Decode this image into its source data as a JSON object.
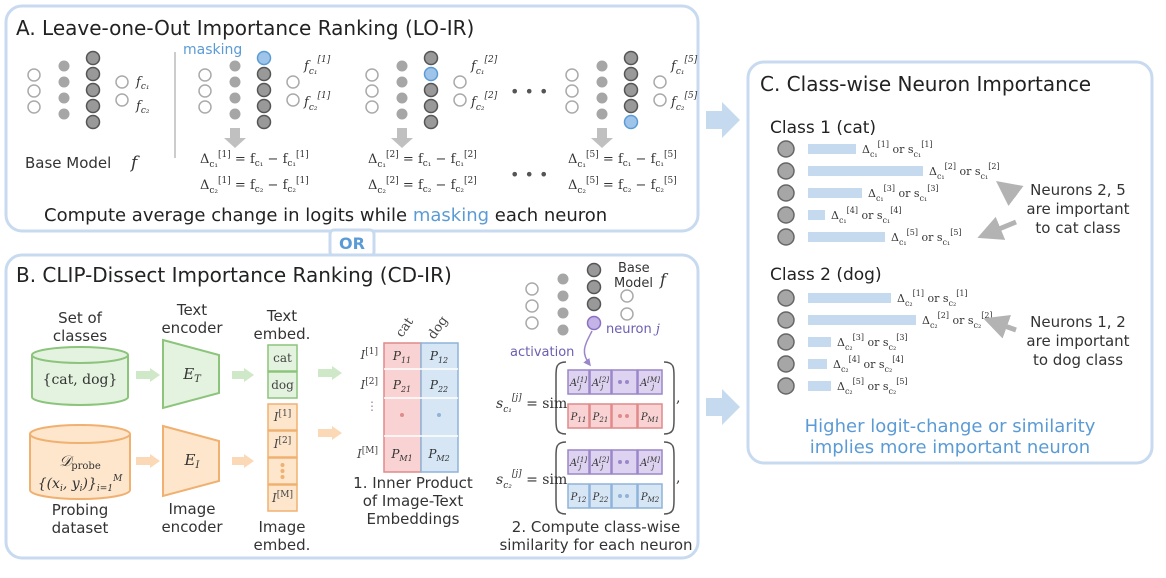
{
  "panel_a": {
    "title": "A. Leave-one-Out Importance Ranking (LO-IR)",
    "masking_label": "masking",
    "base_model_label": "Base Model",
    "base_model_symbol": "f",
    "logit_1": "f_c1",
    "logit_2": "f_c2",
    "masked_logits": [
      "f_c1^[1]",
      "f_c2^[1]",
      "f_c1^[2]",
      "f_c2^[2]",
      "f_c1^[5]",
      "f_c2^[5]"
    ],
    "equations": [
      "Δ_c1^[1] = f_c1 − f_c1^[1]",
      "Δ_c2^[1] = f_c2 − f_c2^[1]",
      "Δ_c1^[2] = f_c1 − f_c1^[2]",
      "Δ_c2^[2] = f_c2 − f_c2^[2]",
      "Δ_c1^[5] = f_c1 − f_c1^[5]",
      "Δ_c2^[5] = f_c2 − f_c2^[5]"
    ],
    "ellipsis": "• • •",
    "caption_pre": "Compute average change in logits while ",
    "caption_highlight": "masking",
    "caption_post": " each neuron"
  },
  "or_label": "OR",
  "panel_b": {
    "title": "B. CLIP-Dissect Importance Ranking (CD-IR)",
    "set_of_classes": [
      "Set of",
      "classes"
    ],
    "classes_set": "{cat, dog}",
    "probe_set_line1": "D_probe",
    "probe_set_line2": "{(x_i, y_i)}_{i=1}^M",
    "probing_dataset": [
      "Probing",
      "dataset"
    ],
    "text_encoder": [
      "Text",
      "encoder"
    ],
    "text_encoder_symbol": "E_T",
    "image_encoder": [
      "Image",
      "encoder"
    ],
    "image_encoder_symbol": "E_I",
    "text_embed": [
      "Text",
      "embed."
    ],
    "text_embed_items": [
      "cat",
      "dog"
    ],
    "image_embed": [
      "Image",
      "embed."
    ],
    "image_embed_items": [
      "I^[1]",
      "I^[2]",
      "I^[M]"
    ],
    "matrix_columns": [
      "cat",
      "dog"
    ],
    "matrix_rows": [
      "I^[1]",
      "I^[2]",
      "I^[M]"
    ],
    "matrix_cells": [
      [
        "P11",
        "P12"
      ],
      [
        "P21",
        "P22"
      ],
      [
        "PM1",
        "PM2"
      ]
    ],
    "step1": [
      "1. Inner Product",
      "of Image-Text",
      "Embeddings"
    ],
    "base_model_label": [
      "Base",
      "Model"
    ],
    "base_model_symbol": "f",
    "neuron_label": "neuron",
    "neuron_symbol": "j",
    "activation_label": "activation",
    "sim_label": "sim",
    "s_c1": "s_c1^[j]",
    "s_c2": "s_c2^[j]",
    "act_cells": [
      "A_j^[1]",
      "A_j^[2]",
      "A_j^[M]"
    ],
    "p_cat_cells": [
      "P11",
      "P21",
      "PM1"
    ],
    "p_dog_cells": [
      "P12",
      "P22",
      "PM2"
    ],
    "step2": [
      "2. Compute class-wise",
      "similarity for each neuron"
    ]
  },
  "panel_c": {
    "title": "C. Class-wise Neuron Importance",
    "class1": "Class 1 (cat)",
    "class2": "Class 2 (dog)",
    "class1_scores": [
      0.25,
      0.6,
      0.28,
      0.09,
      0.4
    ],
    "class2_scores": [
      0.43,
      0.56,
      0.12,
      0.1,
      0.12
    ],
    "class1_labels": [
      "Δ_c1^[1] or s_c1^[1]",
      "Δ_c1^[2] or s_c1^[2]",
      "Δ_c1^[3] or s_c1^[3]",
      "Δ_c1^[4] or s_c1^[4]",
      "Δ_c1^[5] or s_c1^[5]"
    ],
    "class2_labels": [
      "Δ_c2^[1] or s_c2^[1]",
      "Δ_c2^[2] or s_c2^[2]",
      "Δ_c2^[3] or s_c2^[3]",
      "Δ_c2^[4] or s_c2^[4]",
      "Δ_c2^[5] or s_c2^[5]"
    ],
    "note1": [
      "Neurons 2, 5",
      "are important",
      "to cat class"
    ],
    "note2": [
      "Neurons 1, 2",
      "are important",
      "to dog class"
    ],
    "footer": [
      "Higher logit-change or similarity",
      "implies more important neuron"
    ]
  },
  "colors": {
    "panel_border": "#c8daf0",
    "accent_blue": "#5b9bd5",
    "bar_blue": "#c5d9ef",
    "green_fill": "#e4f3e0",
    "green_stroke": "#8cc47c",
    "orange_fill": "#fde6cc",
    "orange_stroke": "#f0b070",
    "red_fill": "#f9d3d3",
    "red_stroke": "#e08a8a",
    "purple_fill": "#ddd3f0",
    "purple_stroke": "#9b86c9",
    "node_gray": "#a6a6a6"
  }
}
